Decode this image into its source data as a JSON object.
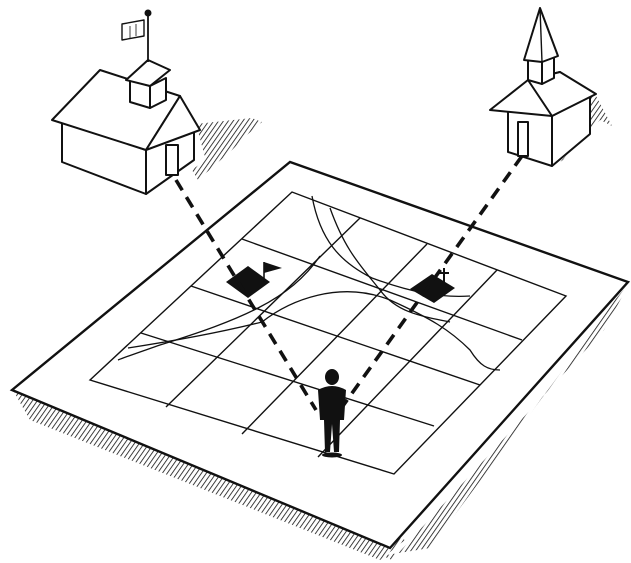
{
  "illustration": {
    "style": "black-and-white pen-and-ink",
    "colors": {
      "ink": "#111111",
      "paper": "#ffffff"
    },
    "landmarks": [
      {
        "name": "schoolhouse",
        "icon": "schoolhouse-icon",
        "map_symbol": "flag-square-symbol"
      },
      {
        "name": "church",
        "icon": "church-icon",
        "map_symbol": "cross-square-symbol"
      }
    ],
    "figure": {
      "icon": "person-icon"
    },
    "map": {
      "grid_rows": 4,
      "grid_cols": 4
    },
    "sightlines": {
      "style": "dashed",
      "count": 2
    }
  }
}
